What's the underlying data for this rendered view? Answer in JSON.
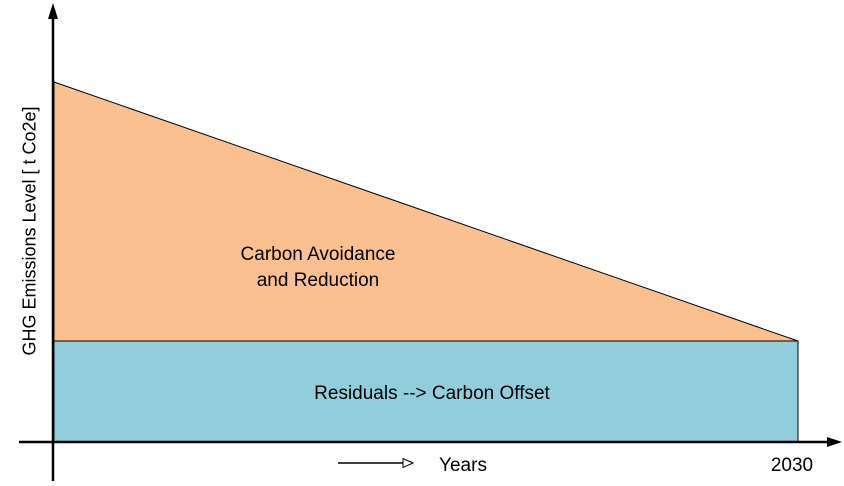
{
  "chart_data": {
    "type": "area",
    "title": "",
    "xlabel": "Years",
    "ylabel": "GHG Emissions Level [ t Co2e]",
    "x_end_tick": "2030",
    "axis_ticks_numeric": false,
    "legend": "none",
    "grid": false,
    "x": [
      "start",
      "2030"
    ],
    "series": [
      {
        "name": "Carbon Avoidance and Reduction",
        "kind": "declining wedge (triangle)",
        "fill": "#FAC090",
        "values_relative": [
          1.0,
          0.28
        ],
        "note": "total emissions decline linearly from initial level to residual level by 2030"
      },
      {
        "name": "Residuals --> Carbon Offset",
        "kind": "constant band (rectangle)",
        "fill": "#92CDDC",
        "values_relative": [
          0.28,
          0.28
        ],
        "note": "constant residual emissions addressed by carbon offsets"
      }
    ]
  },
  "labels": {
    "y_axis": "GHG Emissions Level [ t Co2e]",
    "x_axis": "Years",
    "x_end": "2030",
    "avoidance_area": "Carbon Avoidance\nand Reduction",
    "residuals_area": "Residuals --> Carbon Offset"
  },
  "colors": {
    "avoidance_fill": "#FAC090",
    "residuals_fill": "#92CDDC",
    "line": "#000000",
    "background": "#FFFFFF"
  }
}
